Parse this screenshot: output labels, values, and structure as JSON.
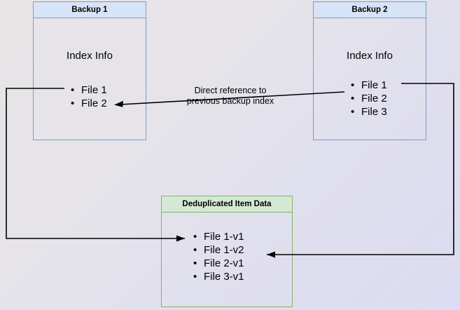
{
  "diagram": {
    "title_hidden": "",
    "colors": {
      "blue_border": "#7a9cc6",
      "blue_header_fill": "#d7e4f7",
      "green_border": "#81b366",
      "green_header_fill": "#d5e8d4",
      "connector": "#000000",
      "background_start": "#e7e5e6",
      "background_end": "#dcdcf2"
    },
    "boxes": [
      {
        "id": "backup1",
        "header": "Backup 1",
        "body_label": "Index Info",
        "items": [
          "File 1",
          "File 2"
        ]
      },
      {
        "id": "backup2",
        "header": "Backup 2",
        "body_label": "Index Info",
        "items": [
          "File 1",
          "File 2",
          "File 3"
        ]
      },
      {
        "id": "dedup",
        "header": "Deduplicated Item Data",
        "body_label": "",
        "items": [
          "File 1-v1",
          "File 1-v2",
          "File 2-v1",
          "File 3-v1"
        ]
      }
    ],
    "annotations": [
      {
        "id": "direct-reference",
        "line1": "Direct reference to",
        "line2": "previous backup index"
      }
    ],
    "connectors": [
      {
        "id": "backup1-file1-to-dedup",
        "from": "Backup 1 / File 1",
        "to": "Deduplicated Item Data / File 1-v1"
      },
      {
        "id": "backup2-file1-to-dedup",
        "from": "Backup 2 / File 1",
        "to": "Deduplicated Item Data / File 1-v2"
      },
      {
        "id": "backup2-to-backup1-index",
        "from": "Backup 2 / File 2",
        "to": "Backup 1 / File 2"
      }
    ]
  }
}
